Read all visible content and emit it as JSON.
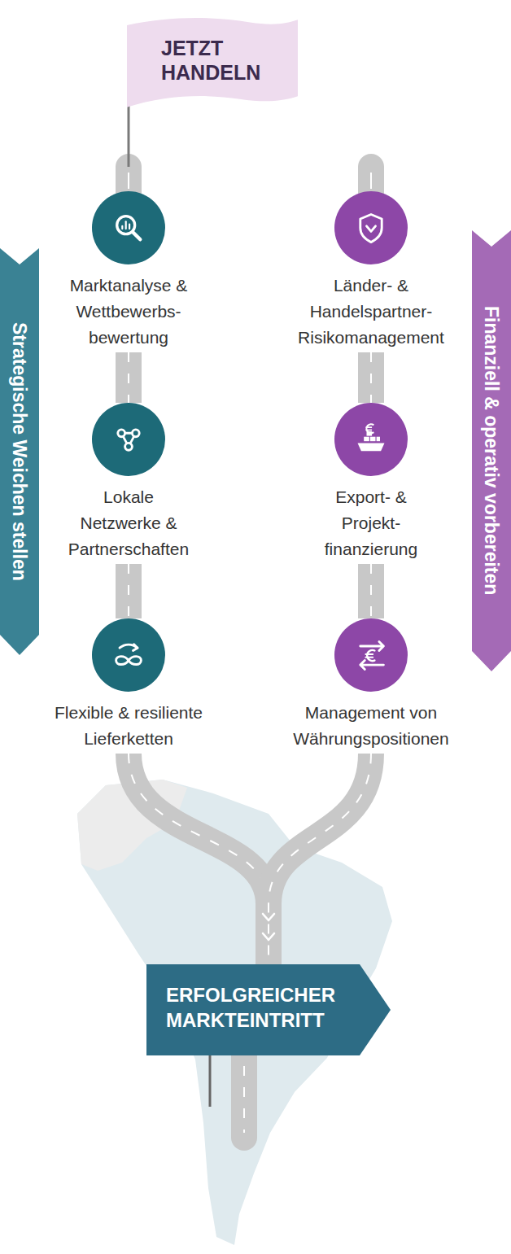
{
  "diagram": {
    "nodes": [
      {
        "text": [
          "JETZT HANDELN"
        ]
      },
      {
        "text": [
          "Strategische Weichen stellen"
        ]
      },
      {
        "text": [
          "Finanziell & operativ vorbereiten"
        ]
      },
      {
        "text": [
          "Marktanalyse & Wettbewerbs- bewertung"
        ]
      },
      {
        "text": [
          "Länder- & Handelspartner- Risikomanagement"
        ]
      },
      {
        "text": [
          "Lokale Netzwerke & Partnerschaften"
        ]
      },
      {
        "text": [
          "Export- & Projekt- finanzierung"
        ]
      },
      {
        "text": [
          "Flexible & resiliente Lieferketten"
        ]
      },
      {
        "text": [
          "Management von Währungspositionen"
        ]
      },
      {
        "text": [
          "ERFOLGREICHER MARKTEINTRITT"
        ]
      }
    ],
    "edges": [
      {
        "from": 3,
        "to": 5,
        "arrow": "none"
      },
      {
        "from": 5,
        "to": 7,
        "arrow": "none"
      },
      {
        "from": 4,
        "to": 6,
        "arrow": "none"
      },
      {
        "from": 6,
        "to": 8,
        "arrow": "none"
      },
      {
        "from": 7,
        "to": 9,
        "arrow": "to"
      },
      {
        "from": 8,
        "to": 9,
        "arrow": "to"
      }
    ]
  }
}
